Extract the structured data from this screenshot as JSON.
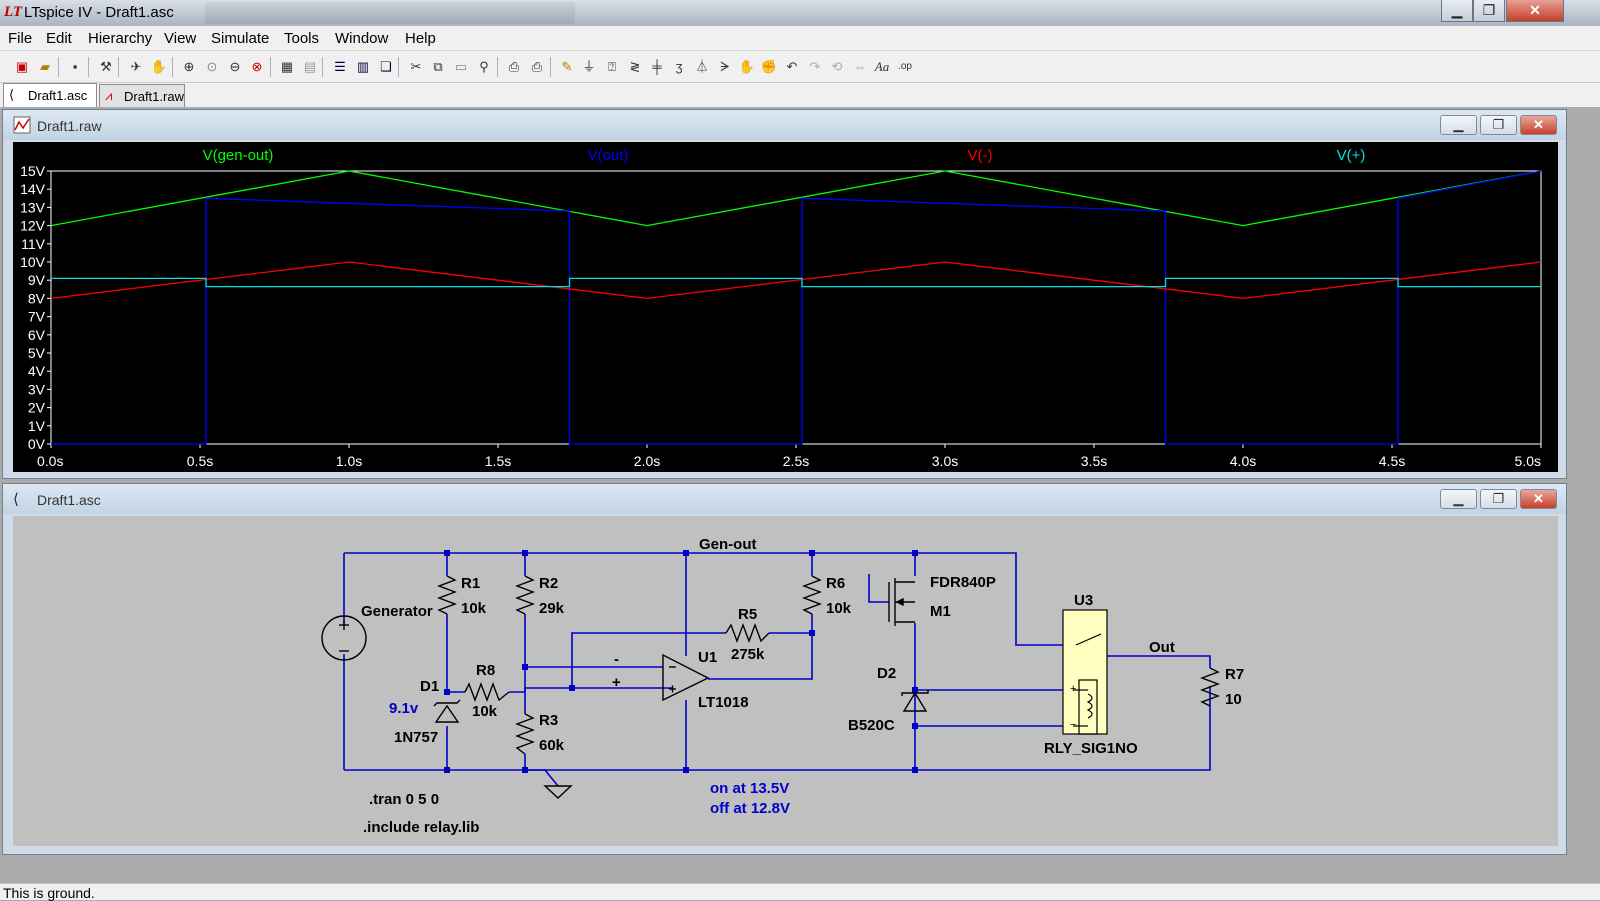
{
  "window": {
    "title": "LTspice IV - Draft1.asc",
    "logo": "LT",
    "minimize": "▁",
    "maximize": "❐",
    "close": "✕"
  },
  "menu": {
    "items": [
      "File",
      "Edit",
      "Hierarchy",
      "View",
      "Simulate",
      "Tools",
      "Window",
      "Help"
    ]
  },
  "toolbar": {
    "icons": [
      "new-schematic",
      "open",
      "save",
      "control-panel",
      "run",
      "halt",
      "zoom-in",
      "zoom-pan",
      "zoom-out",
      "zoom-fit",
      "autorange",
      "grid",
      "tile-horizontal",
      "tile-vertical",
      "cascade",
      "cut",
      "copy",
      "paste",
      "find",
      "print-setup",
      "print",
      "draw-wire",
      "ground",
      "label-net",
      "resistor",
      "capacitor",
      "inductor",
      "diode",
      "component",
      "move",
      "drag",
      "undo",
      "redo",
      "rotate",
      "mirror",
      "text",
      "spice-directive"
    ]
  },
  "tabs": [
    {
      "label": "Draft1.asc",
      "active": true,
      "icon": "schematic-icon"
    },
    {
      "label": "Draft1.raw",
      "active": false,
      "icon": "waveform-icon"
    }
  ],
  "plot_window": {
    "title": "Draft1.raw"
  },
  "schematic_window": {
    "title": "Draft1.asc"
  },
  "chart_data": {
    "type": "line",
    "background": "#000000",
    "xlabel": "",
    "ylabel": "",
    "xlim": [
      0,
      5
    ],
    "ylim": [
      0,
      15
    ],
    "x_ticks": [
      "0.0s",
      "0.5s",
      "1.0s",
      "1.5s",
      "2.0s",
      "2.5s",
      "3.0s",
      "3.5s",
      "4.0s",
      "4.5s",
      "5.0s"
    ],
    "y_ticks": [
      "0V",
      "1V",
      "2V",
      "3V",
      "4V",
      "5V",
      "6V",
      "7V",
      "8V",
      "9V",
      "10V",
      "11V",
      "12V",
      "13V",
      "14V",
      "15V"
    ],
    "series": [
      {
        "name": "V(gen-out)",
        "color": "#00ff00",
        "x": [
          0,
          1,
          2,
          3,
          4,
          5
        ],
        "y": [
          12,
          15,
          12,
          15,
          12,
          15
        ]
      },
      {
        "name": "V(out)",
        "color": "#0000ff",
        "x": [
          0,
          0.52,
          0.52,
          1.74,
          1.74,
          2.52,
          2.52,
          3.74,
          3.74,
          4.52,
          4.52,
          5
        ],
        "y": [
          0,
          0,
          13.5,
          12.8,
          0,
          0,
          13.5,
          12.8,
          0,
          0,
          13.5,
          15
        ]
      },
      {
        "name": "V(-)",
        "color": "#ff0000",
        "x": [
          0,
          1,
          2,
          3,
          4,
          5
        ],
        "y": [
          8,
          10,
          8,
          10,
          8,
          10
        ]
      },
      {
        "name": "V(+)",
        "color": "#00e0e0",
        "x": [
          0,
          0.52,
          0.52,
          1.74,
          1.74,
          2.52,
          2.52,
          3.74,
          3.74,
          4.52,
          4.52,
          5
        ],
        "y": [
          9.1,
          9.1,
          8.65,
          8.65,
          9.1,
          9.1,
          8.65,
          8.65,
          9.1,
          9.1,
          8.65,
          8.65
        ]
      }
    ]
  },
  "schematic": {
    "labels": {
      "gen_out": "Gen-out",
      "generator": "Generator",
      "r1": "R1",
      "r1v": "10k",
      "r2": "R2",
      "r2v": "29k",
      "r3": "R3",
      "r3v": "60k",
      "r5": "R5",
      "r5v": "275k",
      "r6": "R6",
      "r6v": "10k",
      "r7": "R7",
      "r7v": "10",
      "r8": "R8",
      "r8v": "10k",
      "d1": "D1",
      "d1v": "9.1v",
      "d1m": "1N757",
      "u1": "U1",
      "u1m": "LT1018",
      "opminus": "-",
      "opplus": "+",
      "m1": "M1",
      "m1m": "FDR840P",
      "d2": "D2",
      "d2m": "B520C",
      "u3": "U3",
      "u3m": "RLY_SIG1NO",
      "out": "Out",
      "tran": ".tran 0 5 0",
      "include": ".include relay.lib",
      "note1": "on at 13.5V",
      "note2": "off at 12.8V"
    },
    "colors": {
      "wire": "#0000c8",
      "text": "#000000",
      "note": "#0000c8",
      "relay_fill": "#ffffc0"
    }
  },
  "status": {
    "text": "This is ground."
  }
}
